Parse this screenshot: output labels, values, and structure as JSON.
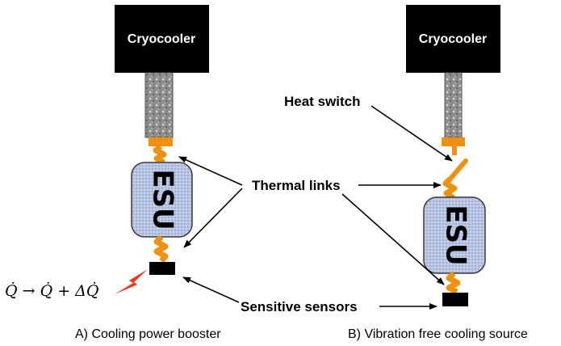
{
  "left": {
    "cryocooler_label": "Cryocooler",
    "esu_label": "ESU",
    "caption": "A) Cooling power booster",
    "formula": "Q̇ → Q̇ + ΔQ̇"
  },
  "right": {
    "cryocooler_label": "Cryocooler",
    "esu_label": "ESU",
    "caption": "B) Vibration free cooling source"
  },
  "annotations": {
    "heat_switch": "Heat switch",
    "thermal_links": "Thermal links",
    "sensitive_sensors": "Sensitive sensors"
  },
  "colors": {
    "cryocooler": "#000000",
    "cold_finger": "#9a9a9a",
    "thermal_link": "#f0900f",
    "esu_fill": "#b8c6e4",
    "esu_stroke": "#3a3a3a",
    "sensor": "#000000",
    "lightning": "#ff3010"
  }
}
